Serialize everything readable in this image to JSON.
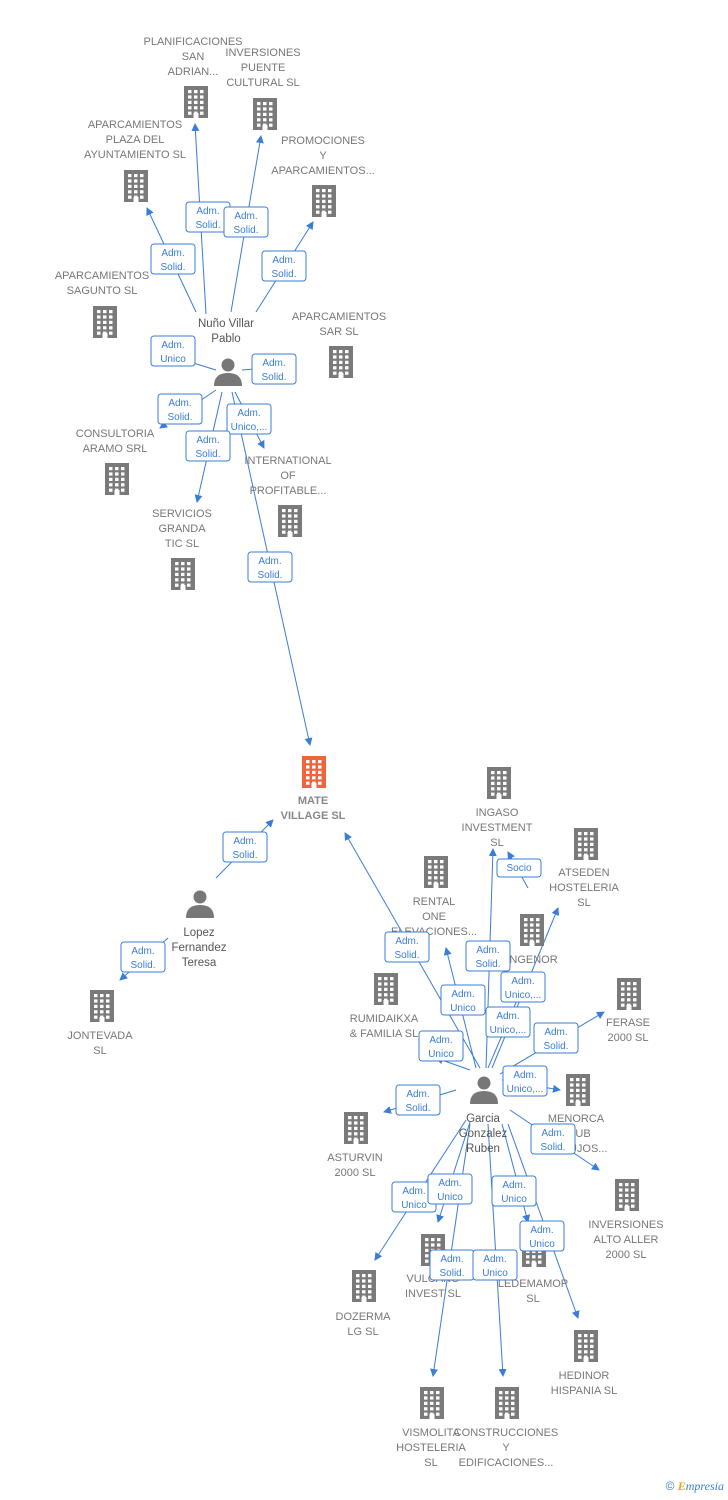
{
  "colors": {
    "edge": "#3a7dd6",
    "company": "#7a7a7a",
    "focus": "#f0643c",
    "person": "#777777"
  },
  "nodes": [
    {
      "id": "mate",
      "kind": "focus",
      "icon": "building-icon",
      "lines": [
        "MATE",
        "VILLAGE  SL"
      ]
    },
    {
      "id": "nuno",
      "kind": "person",
      "icon": "person-icon",
      "lines": [
        "Nuño Villar",
        "Pablo"
      ]
    },
    {
      "id": "lopez",
      "kind": "person",
      "icon": "person-icon",
      "lines": [
        "Lopez",
        "Fernandez",
        "Teresa"
      ]
    },
    {
      "id": "garcia",
      "kind": "person",
      "icon": "person-icon",
      "lines": [
        "Garcia",
        "Gonzalez",
        "Ruben"
      ]
    },
    {
      "id": "planif",
      "kind": "company",
      "icon": "building-icon",
      "lines": [
        "PLANIFICACIONES",
        "SAN",
        "ADRIAN..."
      ]
    },
    {
      "id": "invpuente",
      "kind": "company",
      "icon": "building-icon",
      "lines": [
        "INVERSIONES",
        "PUENTE",
        "CULTURAL  SL"
      ]
    },
    {
      "id": "aparplaza",
      "kind": "company",
      "icon": "building-icon",
      "lines": [
        "APARCAMIENTOS",
        "PLAZA DEL",
        "AYUNTAMIENTO SL"
      ]
    },
    {
      "id": "promo",
      "kind": "company",
      "icon": "building-icon",
      "lines": [
        "PROMOCIONES",
        "Y",
        "APARCAMIENTOS..."
      ]
    },
    {
      "id": "aparsag",
      "kind": "company",
      "icon": "building-icon",
      "lines": [
        "APARCAMIENTOS",
        "SAGUNTO SL"
      ]
    },
    {
      "id": "aparsar",
      "kind": "company",
      "icon": "building-icon",
      "lines": [
        "APARCAMIENTOS",
        "SAR  SL"
      ]
    },
    {
      "id": "consultoria",
      "kind": "company",
      "icon": "building-icon",
      "lines": [
        "CONSULTORIA",
        "ARAMO SRL"
      ]
    },
    {
      "id": "intl",
      "kind": "company",
      "icon": "building-icon",
      "lines": [
        "INTERNATIONAL",
        "OF",
        "PROFITABLE..."
      ]
    },
    {
      "id": "servicios",
      "kind": "company",
      "icon": "building-icon",
      "lines": [
        "SERVICIOS",
        "GRANDA",
        "TIC  SL"
      ]
    },
    {
      "id": "jontevada",
      "kind": "company",
      "icon": "building-icon",
      "lines": [
        "JONTEVADA",
        "SL"
      ]
    },
    {
      "id": "ingaso",
      "kind": "company",
      "icon": "building-icon",
      "lines": [
        "INGASO",
        "INVESTMENT",
        "SL"
      ]
    },
    {
      "id": "atseden",
      "kind": "company",
      "icon": "building-icon",
      "lines": [
        "ATSEDEN",
        "HOSTELERIA",
        "SL"
      ]
    },
    {
      "id": "rental",
      "kind": "company",
      "icon": "building-icon",
      "lines": [
        "RENTAL",
        "ONE",
        "ELEVACIONES..."
      ]
    },
    {
      "id": "ingenor",
      "kind": "company",
      "icon": "building-icon",
      "lines": [
        "INGENOR"
      ]
    },
    {
      "id": "rumidaikxa",
      "kind": "company",
      "icon": "building-icon",
      "lines": [
        "RUMIDAIKXA",
        "& FAMILIA  SL"
      ]
    },
    {
      "id": "ferase",
      "kind": "company",
      "icon": "building-icon",
      "lines": [
        "FERASE",
        "2000  SL"
      ]
    },
    {
      "id": "menorca",
      "kind": "company",
      "icon": "building-icon",
      "lines": [
        "MENORCA",
        "CLUB",
        "DE LUJOS..."
      ]
    },
    {
      "id": "asturvin",
      "kind": "company",
      "icon": "building-icon",
      "lines": [
        "ASTURVIN",
        "2000  SL"
      ]
    },
    {
      "id": "invalto",
      "kind": "company",
      "icon": "building-icon",
      "lines": [
        "INVERSIONES",
        "ALTO ALLER",
        "2000  SL"
      ]
    },
    {
      "id": "vulcano",
      "kind": "company",
      "icon": "building-icon",
      "lines": [
        "VULCANO",
        "INVEST  SL"
      ]
    },
    {
      "id": "ledemamop",
      "kind": "company",
      "icon": "building-icon",
      "lines": [
        "LEDEMAMOP",
        "SL"
      ]
    },
    {
      "id": "dozerma",
      "kind": "company",
      "icon": "building-icon",
      "lines": [
        "DOZERMA",
        "LG  SL"
      ]
    },
    {
      "id": "hedinor",
      "kind": "company",
      "icon": "building-icon",
      "lines": [
        "HEDINOR",
        "HISPANIA  SL"
      ]
    },
    {
      "id": "vismolita",
      "kind": "company",
      "icon": "building-icon",
      "lines": [
        "VISMOLITA",
        "HOSTELERIA",
        "SL"
      ]
    },
    {
      "id": "construcciones",
      "kind": "company",
      "icon": "building-icon",
      "lines": [
        "CONSTRUCCIONES",
        "Y",
        "EDIFICACIONES..."
      ]
    }
  ],
  "edges": [
    {
      "from": "nuno",
      "to": "planif",
      "label": [
        "Adm.",
        "Solid."
      ]
    },
    {
      "from": "nuno",
      "to": "invpuente",
      "label": [
        "Adm.",
        "Solid."
      ]
    },
    {
      "from": "nuno",
      "to": "aparplaza",
      "label": [
        "Adm.",
        "Solid."
      ]
    },
    {
      "from": "nuno",
      "to": "promo",
      "label": [
        "Adm.",
        "Solid."
      ]
    },
    {
      "from": "nuno",
      "to": "aparsag",
      "label": [
        "Adm.",
        "Unico"
      ]
    },
    {
      "from": "nuno",
      "to": "aparsar",
      "label": [
        "Adm.",
        "Solid."
      ]
    },
    {
      "from": "nuno",
      "to": "consultoria",
      "label": [
        "Adm.",
        "Solid."
      ]
    },
    {
      "from": "nuno",
      "to": "intl",
      "label": [
        "Adm.",
        "Unico,..."
      ]
    },
    {
      "from": "nuno",
      "to": "servicios",
      "label": [
        "Adm.",
        "Solid."
      ]
    },
    {
      "from": "nuno",
      "to": "mate",
      "label": [
        "Adm.",
        "Solid."
      ]
    },
    {
      "from": "lopez",
      "to": "mate",
      "label": [
        "Adm.",
        "Solid."
      ]
    },
    {
      "from": "lopez",
      "to": "jontevada",
      "label": [
        "Adm.",
        "Solid."
      ]
    },
    {
      "from": "garcia",
      "to": "mate",
      "label": [
        "Adm.",
        "Solid."
      ]
    },
    {
      "from": "garcia",
      "to": "ingaso",
      "label": [
        "Adm.",
        "Solid."
      ]
    },
    {
      "from": "atseden",
      "to": "ingaso",
      "label": [
        "Socio"
      ]
    },
    {
      "from": "garcia",
      "to": "ingenor",
      "label": [
        "Adm.",
        "Unico,..."
      ]
    },
    {
      "from": "garcia",
      "to": "rental",
      "label": [
        "Adm.",
        "Unico"
      ]
    },
    {
      "from": "garcia",
      "to": "rumidaikxa",
      "label": [
        "Adm.",
        "Unico"
      ]
    },
    {
      "from": "garcia",
      "to": "atseden",
      "label": [
        "Adm.",
        "Unico,..."
      ]
    },
    {
      "from": "garcia",
      "to": "ferase",
      "label": [
        "Adm.",
        "Solid."
      ]
    },
    {
      "from": "garcia",
      "to": "menorca",
      "label": [
        "Adm.",
        "Unico,..."
      ]
    },
    {
      "from": "garcia",
      "to": "asturvin",
      "label": [
        "Adm.",
        "Solid."
      ]
    },
    {
      "from": "garcia",
      "to": "invalto",
      "label": [
        "Adm.",
        "Solid."
      ]
    },
    {
      "from": "garcia",
      "to": "dozerma",
      "label": [
        "Adm.",
        "Unico"
      ]
    },
    {
      "from": "garcia",
      "to": "vulcano",
      "label": [
        "Adm.",
        "Unico"
      ]
    },
    {
      "from": "garcia",
      "to": "ledemamop",
      "label": [
        "Adm.",
        "Unico"
      ]
    },
    {
      "from": "garcia",
      "to": "hedinor",
      "label": [
        "Adm.",
        "Unico"
      ]
    },
    {
      "from": "garcia",
      "to": "vismolita",
      "label": [
        "Adm.",
        "Solid."
      ]
    },
    {
      "from": "garcia",
      "to": "construcciones",
      "label": [
        "Adm.",
        "Unico"
      ]
    }
  ],
  "footer": {
    "copyright": "©",
    "brand_initial": "E",
    "brand_rest": "mpresia"
  }
}
